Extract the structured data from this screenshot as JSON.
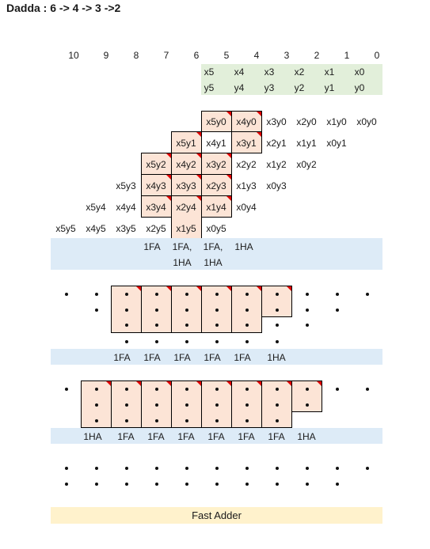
{
  "title": "Dadda : 6 -> 4 -> 3 ->2",
  "column_numbers": [
    "10",
    "9",
    "8",
    "7",
    "6",
    "5",
    "4",
    "3",
    "2",
    "1",
    "0"
  ],
  "multiplicand": [
    "x5",
    "x4",
    "x3",
    "x2",
    "x1",
    "x0"
  ],
  "multiplier": [
    "y5",
    "y4",
    "y3",
    "y2",
    "y1",
    "y0"
  ],
  "pp_rows": [
    [
      "x5y0",
      "x4y0",
      "x3y0",
      "x2y0",
      "x1y0",
      "x0y0"
    ],
    [
      "x5y1",
      "x4y1",
      "x3y1",
      "x2y1",
      "x1y1",
      "x0y1"
    ],
    [
      "x5y2",
      "x4y2",
      "x3y2",
      "x2y2",
      "x1y2",
      "x0y2"
    ],
    [
      "x5y3",
      "x4y3",
      "x3y3",
      "x2y3",
      "x1y3",
      "x0y3"
    ],
    [
      "x5y4",
      "x4y4",
      "x3y4",
      "x2y4",
      "x1y4",
      "x0y4"
    ],
    [
      "x5y5",
      "x4y5",
      "x3y5",
      "x2y5",
      "x1y5",
      "x0y5"
    ]
  ],
  "stage1_labels": {
    "col7": "1FA",
    "col6_line1": "1FA,",
    "col6_line2": "1HA",
    "col5_line1": "1FA,",
    "col5_line2": "1HA",
    "col4": "1HA"
  },
  "stage2_labels": [
    "1FA",
    "1FA",
    "1FA",
    "1FA",
    "1FA",
    "1HA"
  ],
  "stage3_labels": [
    "1HA",
    "1FA",
    "1FA",
    "1FA",
    "1FA",
    "1FA",
    "1FA",
    "1HA"
  ],
  "final_label": "Fast Adder",
  "colors": {
    "green_band": "#e2efda",
    "blue_band": "#ddebf7",
    "yellow_band": "#fff2cc",
    "cell_fill": "#fce4d6",
    "marker_red": "#e00000"
  }
}
